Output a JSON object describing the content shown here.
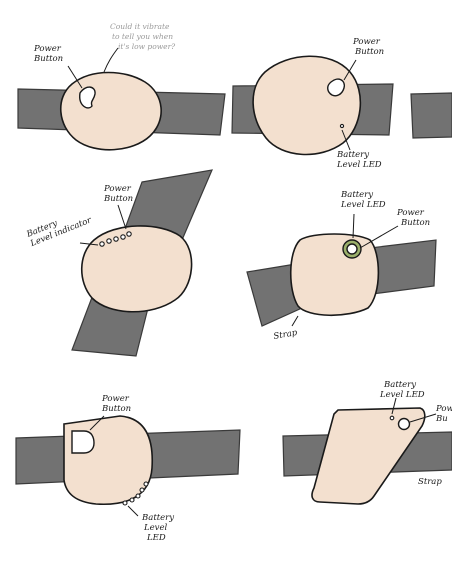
{
  "sketch_1": {
    "power_label": "Power Button",
    "note": "Could it vibrate to tell you when it's low power?"
  },
  "sketch_2": {
    "power_label": "Power Button",
    "battery_label": "Battery Level LED"
  },
  "sketch_3": {
    "power_label": "Power Button",
    "battery_label": "Battery Level indicator"
  },
  "sketch_4": {
    "battery_label": "Battery Level LED",
    "power_label": "Power Button",
    "strap_label": "Strap"
  },
  "sketch_5": {
    "power_label": "Power Button",
    "battery_label": "Battery Level LED"
  },
  "sketch_6": {
    "battery_label": "Battery Level LED",
    "power_label": "Power Button",
    "strap_label": "Strap"
  },
  "colors": {
    "strap": "#727272",
    "device_body": "#f3e0cf",
    "ink": "#1a1a1a"
  }
}
